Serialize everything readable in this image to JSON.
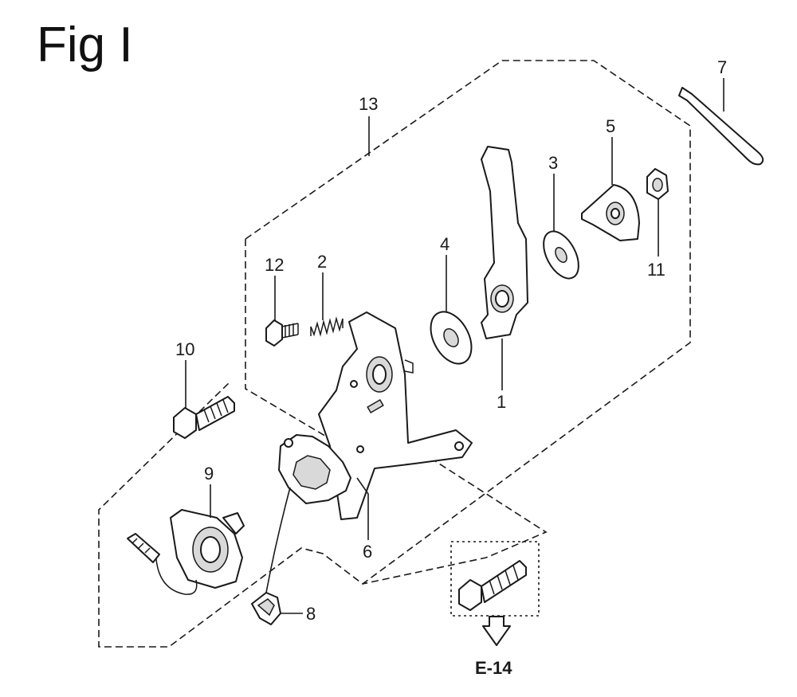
{
  "figure": {
    "title": "Fig I",
    "reference": "E-14"
  },
  "callouts": [
    {
      "id": "1",
      "label": "1"
    },
    {
      "id": "2",
      "label": "2"
    },
    {
      "id": "3",
      "label": "3"
    },
    {
      "id": "4",
      "label": "4"
    },
    {
      "id": "5",
      "label": "5"
    },
    {
      "id": "6",
      "label": "6"
    },
    {
      "id": "7",
      "label": "7"
    },
    {
      "id": "8",
      "label": "8"
    },
    {
      "id": "9",
      "label": "9"
    },
    {
      "id": "10",
      "label": "10"
    },
    {
      "id": "11",
      "label": "11"
    },
    {
      "id": "12",
      "label": "12"
    },
    {
      "id": "13",
      "label": "13"
    }
  ]
}
